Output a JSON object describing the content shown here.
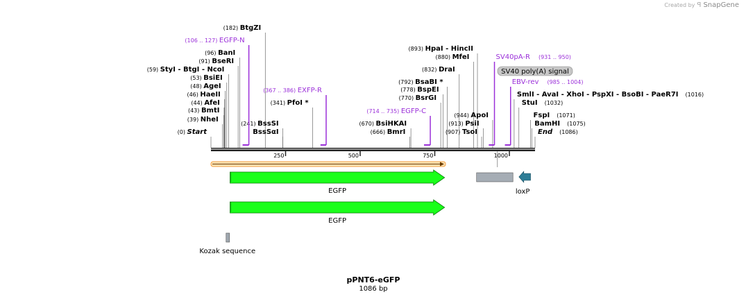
{
  "watermark": {
    "prefix": "Created by",
    "brand": "SnapGene"
  },
  "map": {
    "name": "pPNT6-eGFP",
    "length_label": "1086 bp",
    "length": 1086
  },
  "ruler": {
    "ticks": [
      250,
      500,
      750,
      1000
    ]
  },
  "sites": [
    {
      "pos_label": "(0)",
      "name": "Start",
      "style": "italic",
      "pos": 0
    },
    {
      "pos_label": "(39)",
      "name": "NheI",
      "pos": 39
    },
    {
      "pos_label": "(43)",
      "name": "BmtI",
      "pos": 43
    },
    {
      "pos_label": "(44)",
      "name": "AfeI",
      "pos": 44
    },
    {
      "pos_label": "(46)",
      "name": "HaeII",
      "pos": 46
    },
    {
      "pos_label": "(48)",
      "name": "AgeI",
      "pos": 48
    },
    {
      "pos_label": "(53)",
      "name": "BsiEI",
      "pos": 53
    },
    {
      "pos_label": "(59)",
      "name": "StyI",
      "extras": [
        "BtgI",
        "NcoI"
      ],
      "pos": 59
    },
    {
      "pos_label": "(91)",
      "name": "BseRI",
      "pos": 91
    },
    {
      "pos_label": "(96)",
      "name": "BanI",
      "pos": 96
    },
    {
      "pos_label": "(182)",
      "name": "BtgZI",
      "pos": 182
    },
    {
      "pos_label": "(241)",
      "name": "BssSI",
      "pos": 241
    },
    {
      "pos_label": "",
      "name": "BssSαI",
      "pos": 241
    },
    {
      "pos_label": "(341)",
      "name": "PfoI *",
      "pos": 341
    },
    {
      "pos_label": "(666)",
      "name": "BmrI",
      "pos": 666
    },
    {
      "pos_label": "(670)",
      "name": "BsiHKAI",
      "pos": 670
    },
    {
      "pos_label": "(770)",
      "name": "BsrGI",
      "pos": 770
    },
    {
      "pos_label": "(778)",
      "name": "BspEI",
      "pos": 778
    },
    {
      "pos_label": "(792)",
      "name": "BsaBI *",
      "pos": 792
    },
    {
      "pos_label": "(832)",
      "name": "DraI",
      "pos": 832
    },
    {
      "pos_label": "(880)",
      "name": "MfeI",
      "pos": 880
    },
    {
      "pos_label": "(893)",
      "name": "HpaI",
      "extras": [
        "HincII"
      ],
      "pos": 893
    },
    {
      "pos_label": "(907)",
      "name": "TsoI",
      "pos": 907
    },
    {
      "pos_label": "(913)",
      "name": "PsiI",
      "pos": 913
    },
    {
      "pos_label": "(944)",
      "name": "ApoI",
      "pos": 944
    },
    {
      "pos_label": "(1016)",
      "name": "SmlI",
      "extras": [
        "AvaI",
        "XhoI",
        "PspXI",
        "BsoBI",
        "PaeR7I"
      ],
      "pos": 1016,
      "label_after": true
    },
    {
      "pos_label": "(1032)",
      "name": "StuI",
      "pos": 1032,
      "label_after": true
    },
    {
      "pos_label": "(1071)",
      "name": "FspI",
      "pos": 1071,
      "label_after": true
    },
    {
      "pos_label": "(1075)",
      "name": "BamHI",
      "pos": 1075,
      "label_after": true
    },
    {
      "pos_label": "(1086)",
      "name": "End",
      "style": "italic",
      "pos": 1086,
      "label_after": true
    }
  ],
  "primers": [
    {
      "name": "EGFP-N",
      "range": "(106 .. 127)",
      "start": 106,
      "end": 127
    },
    {
      "name": "EXFP-R",
      "range": "(367 .. 386)",
      "start": 367,
      "end": 386
    },
    {
      "name": "EGFP-C",
      "range": "(714 .. 735)",
      "start": 714,
      "end": 735
    },
    {
      "name": "SV40pA-R",
      "range": "(931 .. 950)",
      "start": 931,
      "end": 950
    },
    {
      "name": "EBV-rev",
      "range": "(985 .. 1004)",
      "start": 985,
      "end": 1004
    }
  ],
  "features": {
    "egfp_1": {
      "label": "EGFP",
      "start": 64,
      "end": 783,
      "color": "#1aff1a"
    },
    "egfp_2": {
      "label": "EGFP",
      "start": 64,
      "end": 783,
      "color": "#1aff1a"
    },
    "kozak": {
      "label": "Kozak sequence",
      "start": 53,
      "end": 63,
      "color": "#a0a8b0"
    },
    "sv40": {
      "label": "SV40 poly(A) signal",
      "start": 890,
      "end": 1012,
      "color": "#a5adb5"
    },
    "loxp": {
      "label": "loxP",
      "start": 1032,
      "end": 1071,
      "color": "#2e7d96"
    },
    "orf": {
      "start": 0,
      "end": 786,
      "color": "#f4a040"
    }
  },
  "colors": {
    "primer": "#9b30d9",
    "backbone": "#222222",
    "line": "#555555"
  }
}
